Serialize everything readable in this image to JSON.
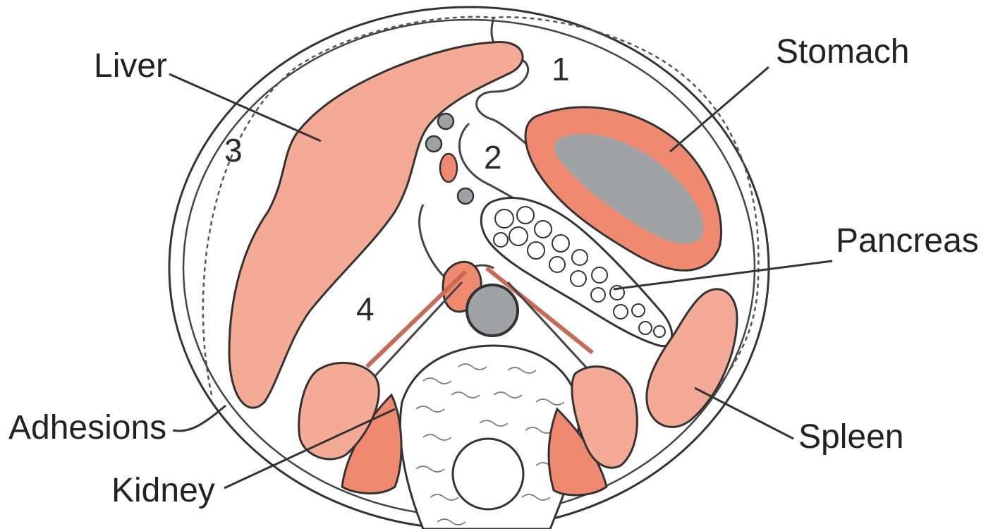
{
  "colors": {
    "organ_light": "#f4aa94",
    "organ_dark": "#ef8a70",
    "lumen_gray": "#9fa3a6",
    "outline": "#333333",
    "background": "#ffffff"
  },
  "labels": {
    "liver": "Liver",
    "stomach": "Stomach",
    "pancreas": "Pancreas",
    "spleen": "Spleen",
    "adhesions": "Adhesions",
    "kidney": "Kidney"
  },
  "spaces": {
    "space_1": "1",
    "space_2": "2",
    "space_3": "3",
    "space_4": "4"
  }
}
